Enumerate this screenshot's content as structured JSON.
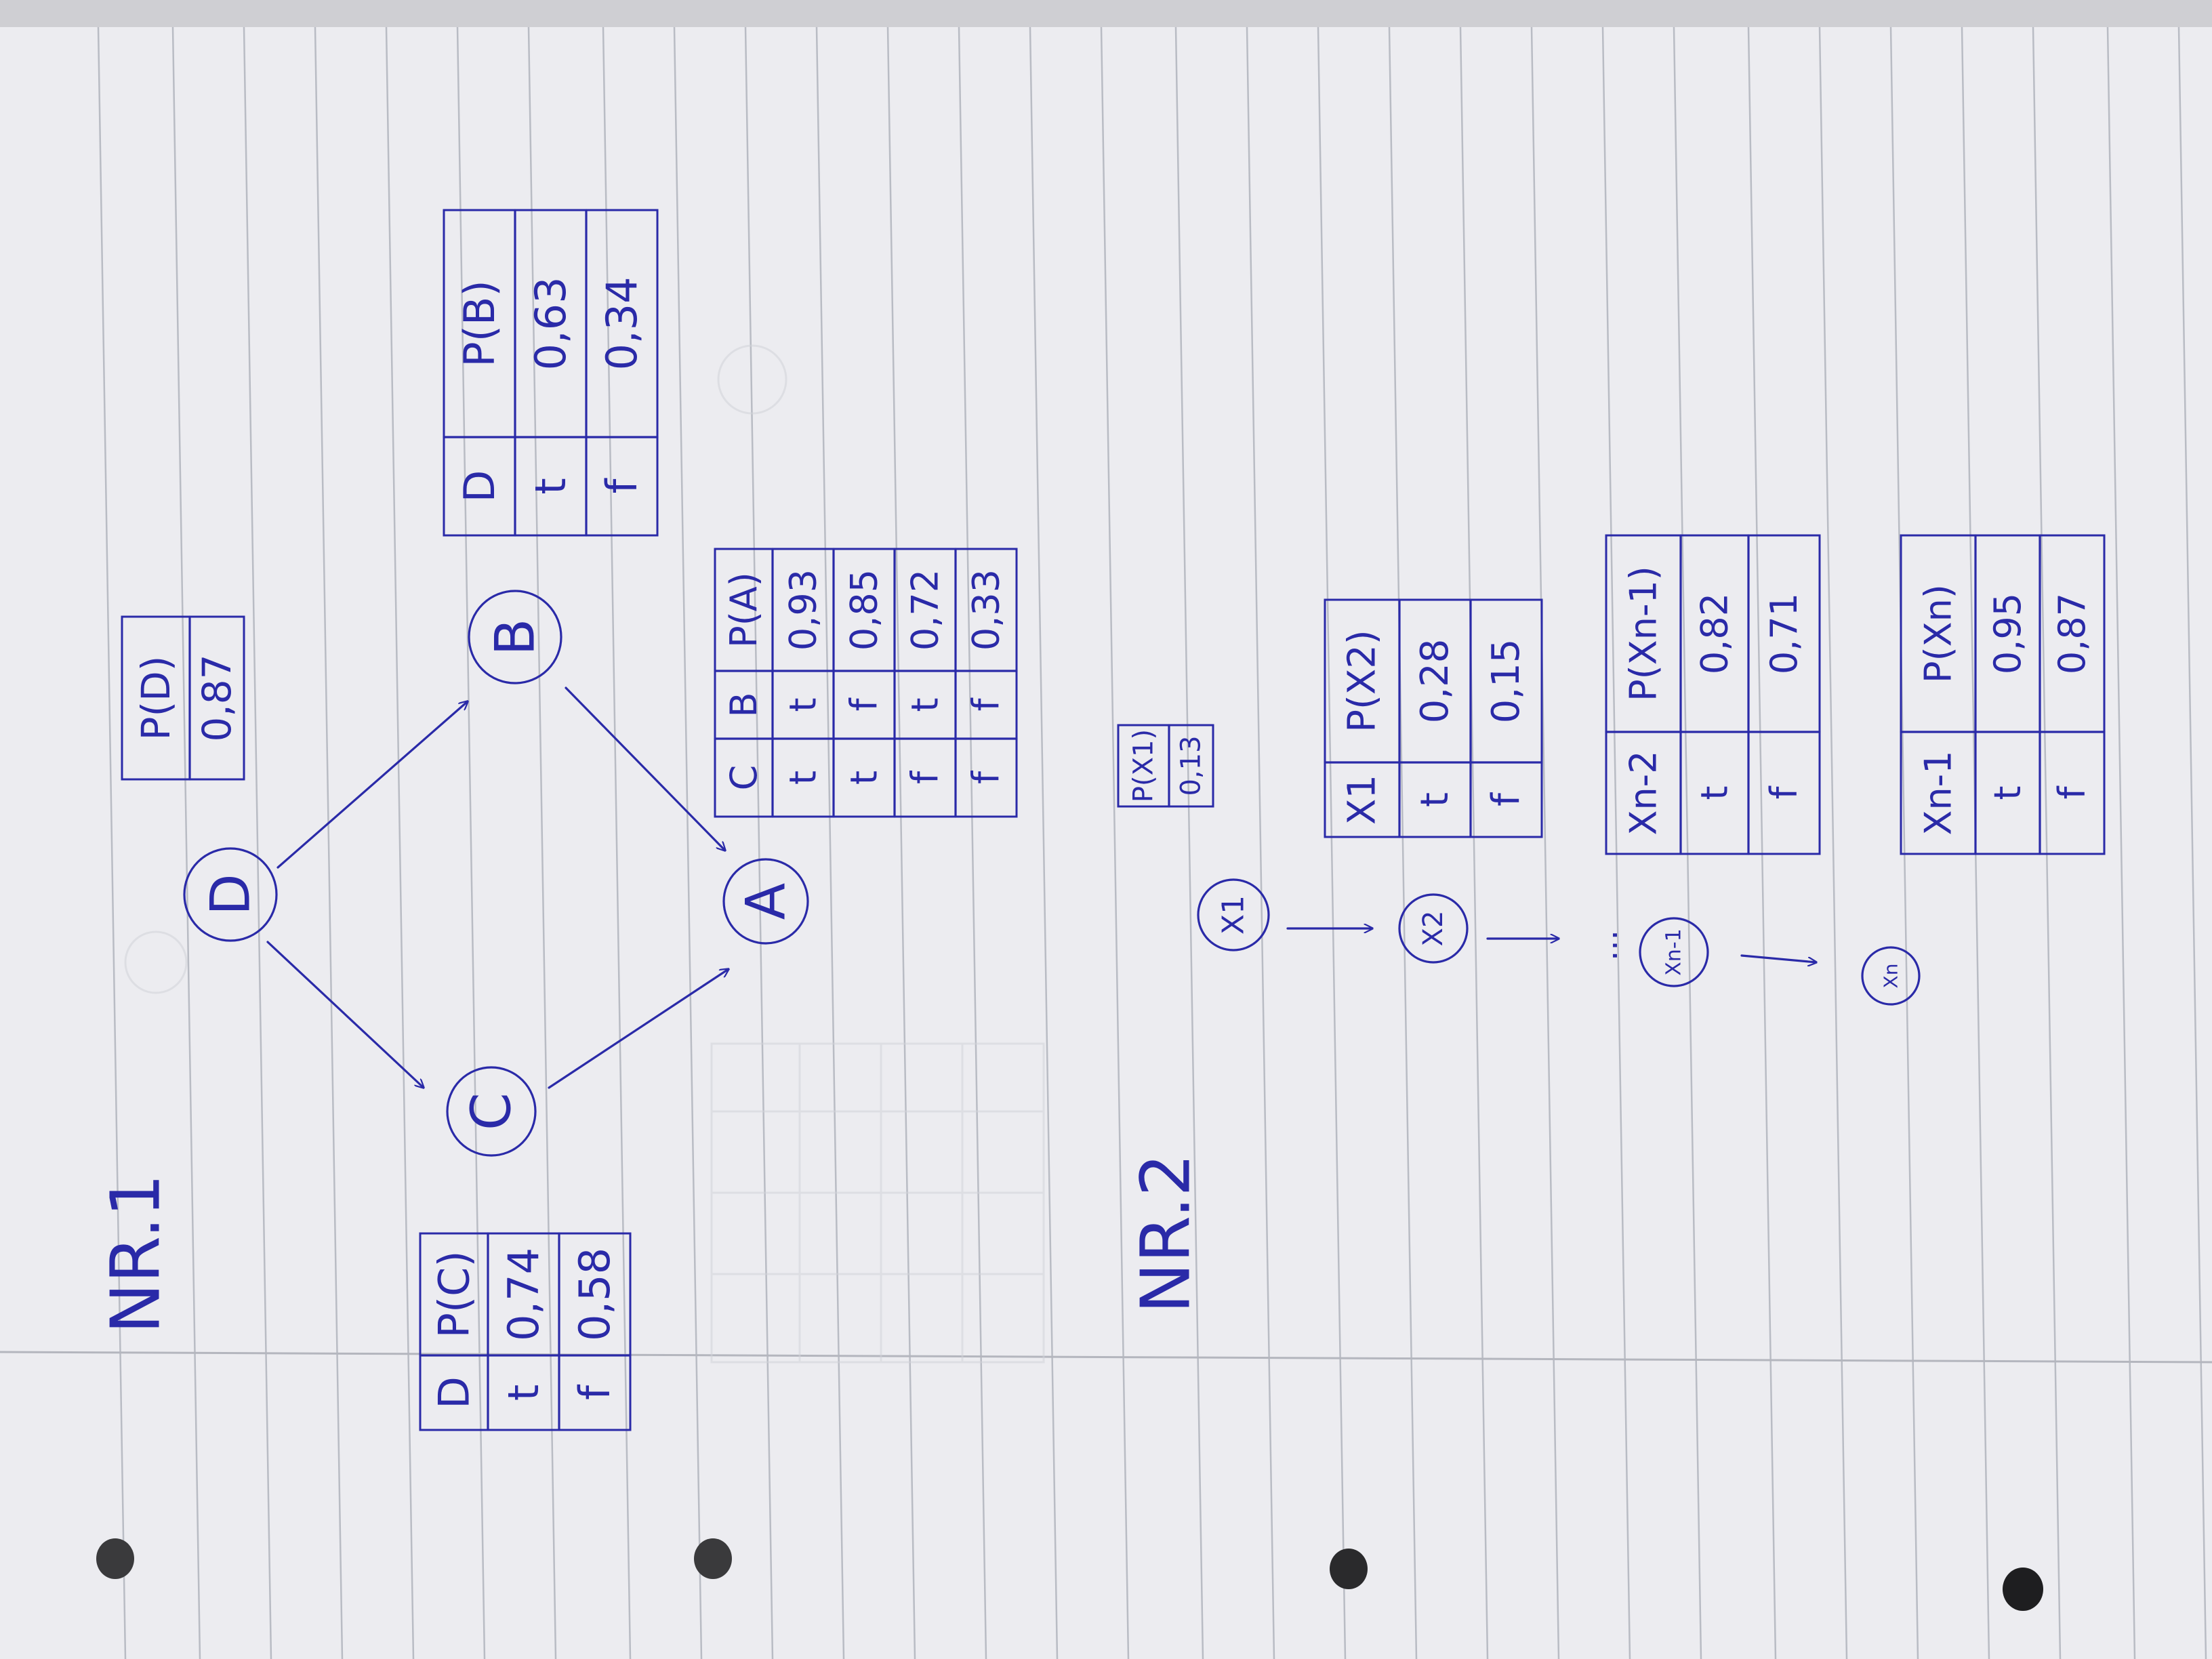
{
  "colors": {
    "paper": "#ececf0",
    "ruling": "#b9bcc4",
    "ink": "#2a2aa8",
    "ghost": "#d2d3d9"
  },
  "section1": {
    "heading": "NR.1",
    "nodes": {
      "D": "D",
      "C": "C",
      "B": "B",
      "A": "A"
    },
    "tables": {
      "pd": {
        "header": "P(D)",
        "value": "0,87"
      },
      "pc": {
        "headers": [
          "D",
          "P(C)"
        ],
        "rows": [
          [
            "t",
            "0,74"
          ],
          [
            "f",
            "0,58"
          ]
        ]
      },
      "pb": {
        "headers": [
          "D",
          "P(B)"
        ],
        "rows": [
          [
            "t",
            "0,63"
          ],
          [
            "f",
            "0,34"
          ]
        ]
      },
      "pa": {
        "headers": [
          "C",
          "B",
          "P(A)"
        ],
        "rows": [
          [
            "t",
            "t",
            "0,93"
          ],
          [
            "t",
            "f",
            "0,85"
          ],
          [
            "f",
            "t",
            "0,72"
          ],
          [
            "f",
            "f",
            "0,33"
          ]
        ]
      }
    }
  },
  "section2": {
    "heading": "NR.2",
    "nodes": [
      "X1",
      "X2",
      "Xn-1",
      "Xn"
    ],
    "ellipsis": "...",
    "tables": {
      "px1": {
        "header": "P(X1)",
        "value": "0,13"
      },
      "px2": {
        "headers": [
          "X1",
          "P(X2)"
        ],
        "rows": [
          [
            "t",
            "0,28"
          ],
          [
            "f",
            "0,15"
          ]
        ]
      },
      "pxn1": {
        "headers": [
          "Xn-2",
          "P(Xn-1)"
        ],
        "rows": [
          [
            "t",
            "0,82"
          ],
          [
            "f",
            "0,71"
          ]
        ]
      },
      "pxn": {
        "headers": [
          "Xn-1",
          "P(Xn)"
        ],
        "rows": [
          [
            "t",
            "0,95"
          ],
          [
            "f",
            "0,87"
          ]
        ]
      }
    }
  }
}
